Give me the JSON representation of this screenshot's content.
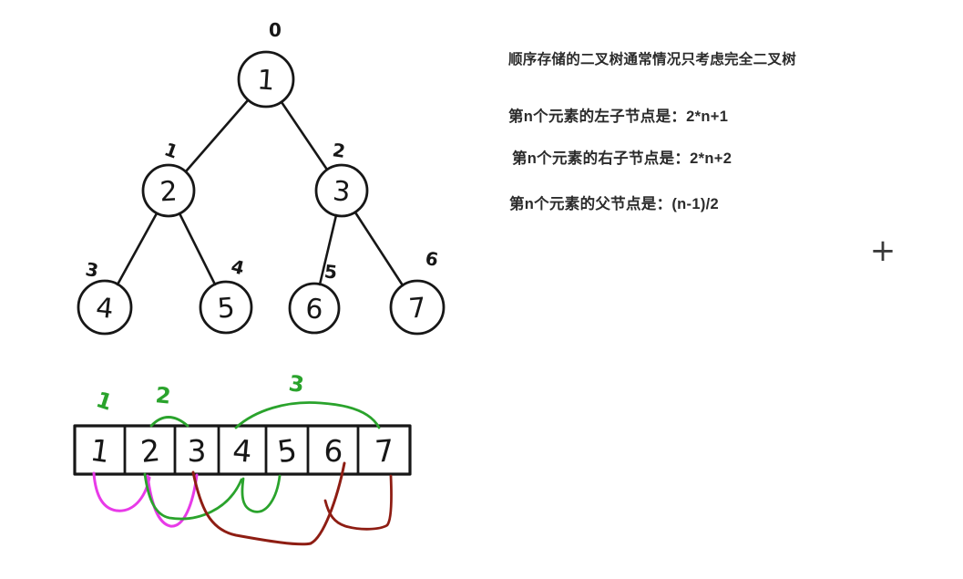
{
  "app": {
    "plus_label": "+"
  },
  "notes": {
    "line1": "顺序存储的二叉树通常情况只考虑完全二叉树",
    "line2": "第n个元素的左子节点是：2*n+1",
    "line3": "第n个元素的右子节点是：2*n+2",
    "line4": "第n个元素的父节点是：(n-1)/2"
  },
  "tree": {
    "nodes": [
      {
        "value": "1",
        "index": "0"
      },
      {
        "value": "2",
        "index": "1"
      },
      {
        "value": "3",
        "index": "2"
      },
      {
        "value": "4",
        "index": "3"
      },
      {
        "value": "5",
        "index": "4"
      },
      {
        "value": "6",
        "index": "5"
      },
      {
        "value": "7",
        "index": "6"
      }
    ],
    "edges": [
      [
        "1",
        "2"
      ],
      [
        "1",
        "3"
      ],
      [
        "2",
        "4"
      ],
      [
        "2",
        "5"
      ],
      [
        "3",
        "6"
      ],
      [
        "3",
        "7"
      ]
    ]
  },
  "array": {
    "cells": [
      "1",
      "2",
      "3",
      "4",
      "5",
      "6",
      "7"
    ]
  },
  "levels": {
    "labels": [
      "1",
      "2",
      "3"
    ]
  },
  "links": {
    "magenta_chain": [
      "1",
      "2",
      "3"
    ],
    "green_chain": [
      "2",
      "4",
      "5"
    ],
    "dark_red_chain": [
      "3",
      "6",
      "7"
    ]
  },
  "colors": {
    "ink": "#171717",
    "green": "#2aa32c",
    "magenta": "#e83ae8",
    "dark_red": "#8e1d13",
    "text": "#2b2b2b",
    "plus": "#3a3a3a"
  }
}
